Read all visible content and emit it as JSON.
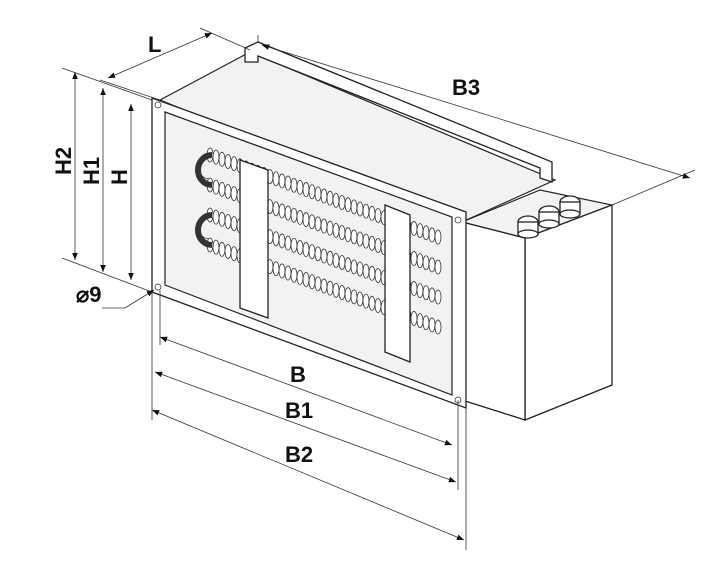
{
  "diagram": {
    "labels": {
      "L": "L",
      "B3": "B3",
      "H2": "H2",
      "H1": "H1",
      "H": "H",
      "hole": "⌀9",
      "B": "B",
      "B1": "B1",
      "B2": "B2"
    }
  }
}
